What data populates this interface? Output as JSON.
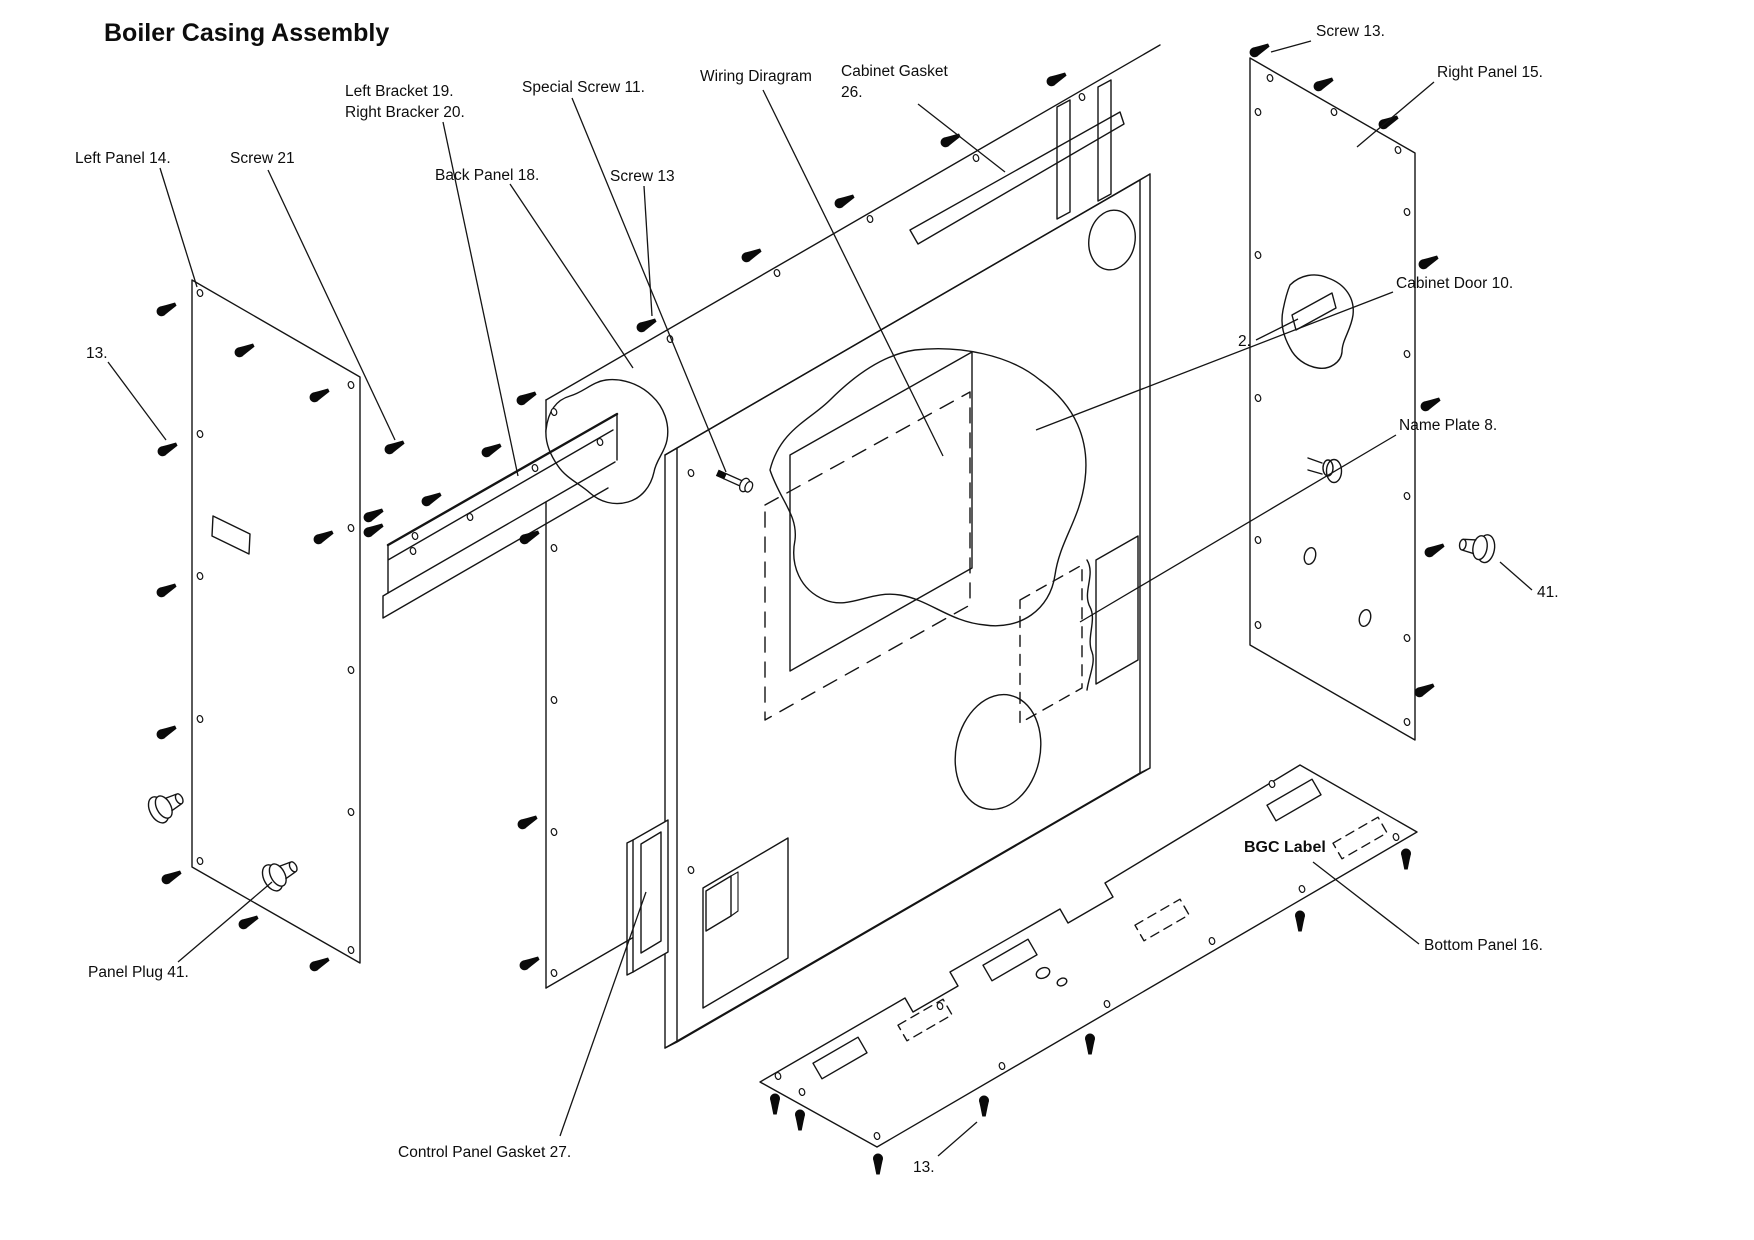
{
  "title": "Boiler Casing Assembly",
  "labels": {
    "left_panel": "Left Panel 14.",
    "screw_21": "Screw 21",
    "thirteen_left": "13.",
    "left_bracket": "Left Bracket 19.",
    "right_bracket": "Right Bracker 20.",
    "special_screw": "Special Screw 11.",
    "back_panel": "Back Panel 18.",
    "screw_13_mid": "Screw 13",
    "wiring_diagram": "Wiring Diragram",
    "cabinet_gasket_line1": "Cabinet Gasket",
    "cabinet_gasket_line2": "26.",
    "screw_13_top": "Screw 13.",
    "right_panel": "Right Panel 15.",
    "two": "2.",
    "cabinet_door": "Cabinet Door 10.",
    "name_plate": "Name Plate 8.",
    "forty_one": "41.",
    "panel_plug": "Panel Plug 41.",
    "control_panel_gasket": "Control Panel Gasket 27.",
    "bgc_label": "BGC Label",
    "bottom_panel": "Bottom Panel 16.",
    "thirteen_bottom": "13."
  }
}
